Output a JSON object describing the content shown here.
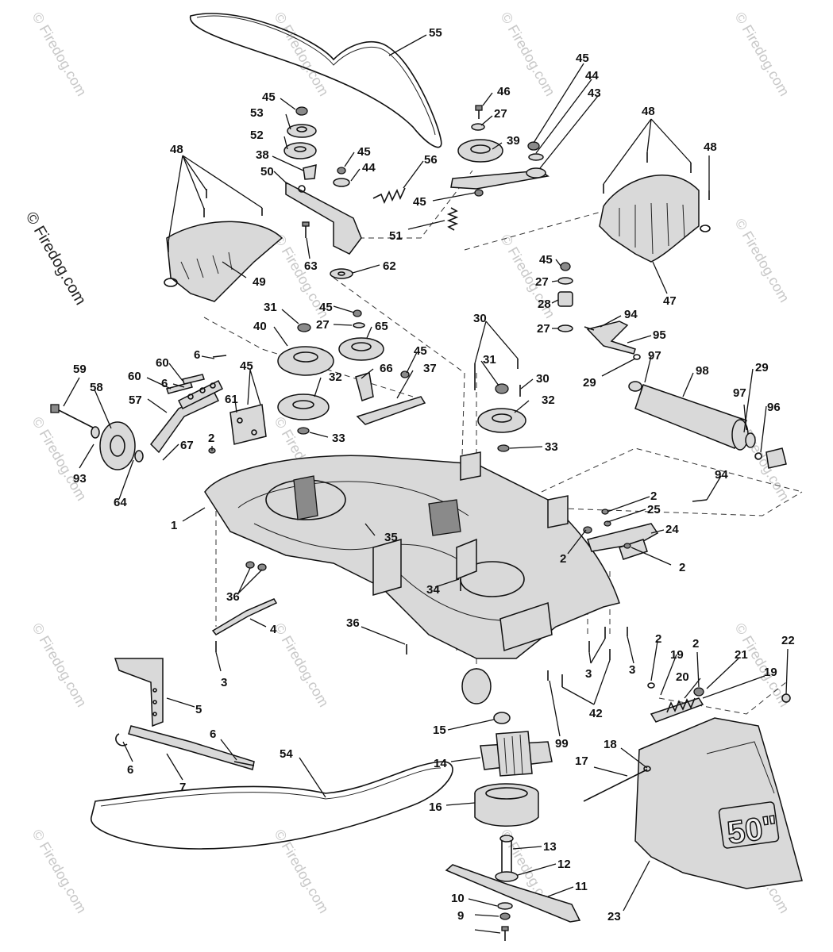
{
  "watermark": "© Firedog.com",
  "deck_badge": "50\"",
  "labels": {
    "p55": "55",
    "p45a": "45",
    "p44a": "44",
    "p43": "43",
    "p46": "46",
    "p27a": "27",
    "p39": "39",
    "p45b": "45",
    "p53": "53",
    "p52": "52",
    "p38": "38",
    "p45c": "45",
    "p44b": "44",
    "p56": "56",
    "p50": "50",
    "p48a": "48",
    "p48b": "48",
    "p48c": "48",
    "p45d": "45",
    "p51": "51",
    "p63": "63",
    "p62": "62",
    "p49": "49",
    "p47": "47",
    "p45e": "45",
    "p27b": "27",
    "p28": "28",
    "p27c": "27",
    "p31a": "31",
    "p45f": "45",
    "p40": "40",
    "p27d": "27",
    "p65": "65",
    "p30a": "30",
    "p94a": "94",
    "p95": "95",
    "p97a": "97",
    "p98": "98",
    "p29a": "29",
    "p29b": "29",
    "p6a": "6",
    "p45g": "45",
    "p66": "66",
    "p45h": "45",
    "p37": "37",
    "p31b": "31",
    "p30b": "30",
    "p32a": "32",
    "p32b": "32",
    "p59": "59",
    "p58": "58",
    "p60a": "60",
    "p60b": "60",
    "p6b": "6",
    "p57": "57",
    "p61": "61",
    "p33a": "33",
    "p33b": "33",
    "p97b": "97",
    "p96": "96",
    "p2a": "2",
    "p67": "67",
    "p93": "93",
    "p64": "64",
    "p94b": "94",
    "p2b": "2",
    "p25": "25",
    "p1": "1",
    "p24": "24",
    "p35": "35",
    "p2c": "2",
    "p2d": "2",
    "p36a": "36",
    "p4": "4",
    "p34": "34",
    "p36b": "36",
    "p2e": "2",
    "p2f": "2",
    "p22": "22",
    "p19a": "19",
    "p21": "21",
    "p20": "20",
    "p19b": "19",
    "p3a": "3",
    "p3b": "3",
    "p3c": "3",
    "p42": "42",
    "p5": "5",
    "p15": "15",
    "p99": "99",
    "p6c": "6",
    "p6d": "6",
    "p14": "14",
    "p18": "18",
    "p7": "7",
    "p54": "54",
    "p17": "17",
    "p16": "16",
    "p13": "13",
    "p12": "12",
    "p11": "11",
    "p10": "10",
    "p9": "9",
    "p23": "23"
  }
}
